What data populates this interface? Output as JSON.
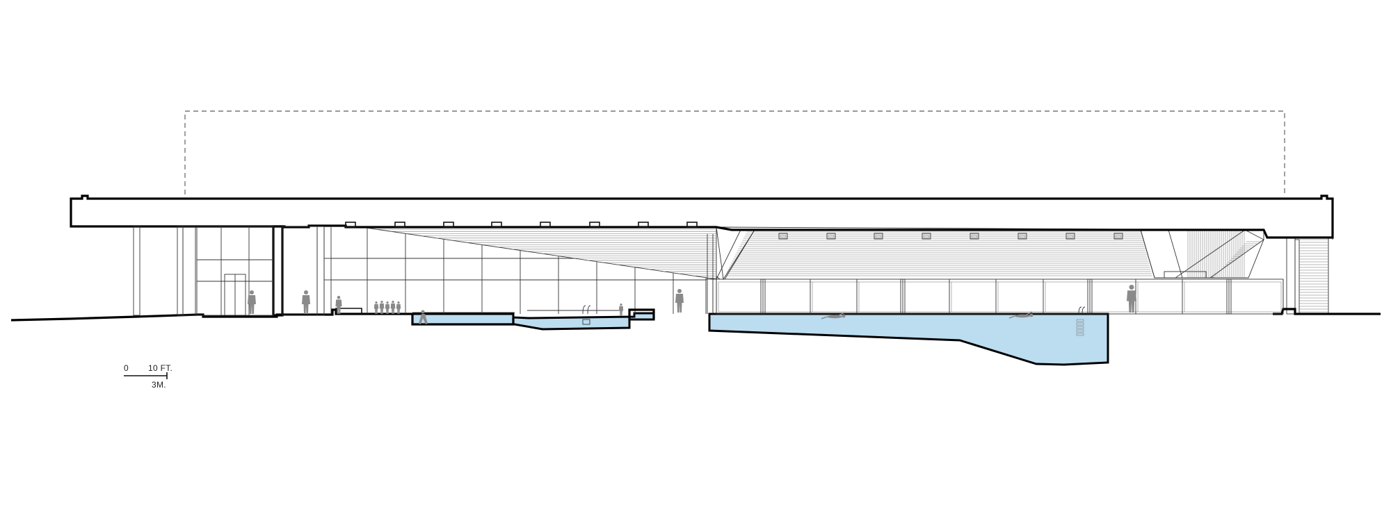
{
  "scale_bar": {
    "zero_label": "0",
    "feet_label": "10 FT.",
    "meters_label": "3M."
  },
  "colors": {
    "water": "#bcdcf0",
    "figures": "#8a8a8a",
    "line": "#000000"
  }
}
